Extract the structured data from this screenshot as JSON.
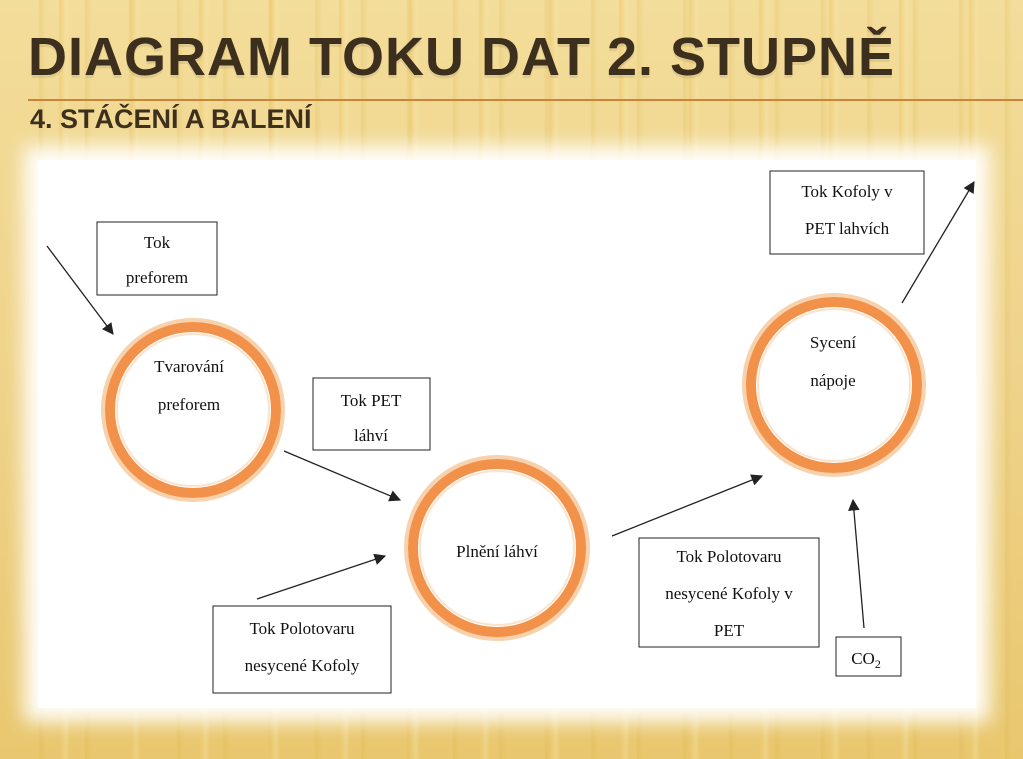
{
  "slide": {
    "title": "DIAGRAM TOKU DAT 2. STUPNĚ",
    "subtitle": "4. STÁČENÍ A BALENÍ"
  },
  "colors": {
    "ring_outer": "#f2914a",
    "ring_inner": "#f7c79b",
    "title_text": "#3c2f1d",
    "rule": "#c9853a"
  },
  "processes": {
    "tvarovani": [
      "Tvarování",
      "preforem"
    ],
    "plneni": [
      "Plnění láhví"
    ],
    "syceni": [
      "Sycení",
      "nápoje"
    ]
  },
  "flows": {
    "tok_preforem": [
      "Tok",
      "preforem"
    ],
    "tok_pet_lahvi": [
      "Tok PET",
      "láhví"
    ],
    "tok_polotovaru": [
      "Tok Polotovaru",
      "nesycené Kofoly"
    ],
    "tok_polotovaru_pet": [
      "Tok Polotovaru",
      "nesycené Kofoly v",
      "PET"
    ],
    "tok_kofoly_pet": [
      "Tok Kofoly v",
      "PET lahvích"
    ],
    "co2": "CO",
    "co2_sub": "2"
  }
}
